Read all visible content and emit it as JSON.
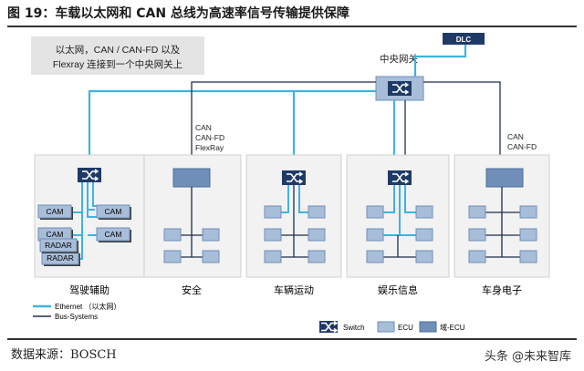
{
  "figure_title": "图 19：车载以太网和 CAN 总线为高速率信号传输提供保障",
  "note": {
    "line1": "以太网，CAN / CAN-FD 以及",
    "line2": "Flexray 连接到一个中央网关上"
  },
  "central_gateway": "中央网关",
  "dlc": "DLC",
  "bus_label_left": {
    "line1": "CAN",
    "line2": "CAN-FD",
    "line3": "FlexRay"
  },
  "bus_label_right": {
    "line1": "CAN",
    "line2": "CAN-FD"
  },
  "domains": [
    {
      "name": "驾驶辅助"
    },
    {
      "name": "安全"
    },
    {
      "name": "车辆运动"
    },
    {
      "name": "娱乐信息"
    },
    {
      "name": "车身电子"
    }
  ],
  "adas_ecus": [
    "CAM",
    "CAM",
    "RADAR",
    "CAM",
    "RADAR"
  ],
  "legend": {
    "ethernet": "Ethernet （以太网）",
    "bus": "Bus-Systems",
    "switch": "Switch",
    "ecu": "ECU",
    "domain_ecu": "域-ECU"
  },
  "colors": {
    "ethernet": "#3fb3e0",
    "bus": "#1f2f4a",
    "switch_fill": "#1f3a66",
    "ecu_fill": "#a8bdd8",
    "domain_ecu_fill": "#6f8fb8"
  },
  "footer": {
    "source": "数据来源：BOSCH",
    "watermark": "头条 @未来智库"
  }
}
